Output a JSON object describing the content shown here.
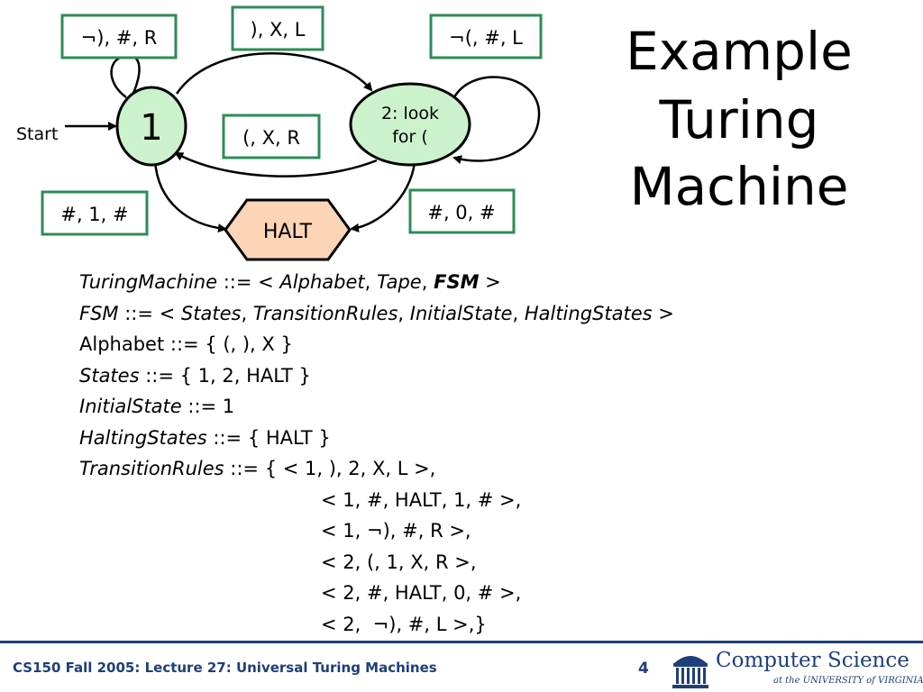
{
  "title": {
    "line1": "Example",
    "line2": "Turing",
    "line3": "Machine"
  },
  "diagram": {
    "start_label": "Start",
    "states": {
      "state1": "1",
      "state2_line1": "2: look",
      "state2_line2": "for (",
      "halt": "HALT"
    },
    "transitions": {
      "not_close_hash_r": "¬), #, R",
      "close_x_l": "), X, L",
      "not_open_hash_l": "¬(, #, L",
      "open_x_r": "(, X, R",
      "hash_1_hash": "#, 1, #",
      "hash_0_hash": "#, 0, #"
    }
  },
  "formal": {
    "l1": {
      "a": "TuringMachine",
      "b": " ::= < ",
      "c": "Alphabet",
      "d": ", ",
      "e": "Tape",
      "f": ", ",
      "g": "FSM",
      "h": " >"
    },
    "l2": {
      "a": "FSM",
      "b": " ::= < ",
      "c": "States",
      "d": ", ",
      "e": "TransitionRules",
      "f": ", ",
      "g": "InitialState",
      "h": ", ",
      "i": "HaltingStates",
      "j": " >"
    },
    "l3": "Alphabet ::= { (, ), X }",
    "l4": {
      "a": "States",
      "b": " ::= { 1, 2, HALT }"
    },
    "l5": {
      "a": "InitialState",
      "b": " ::= 1"
    },
    "l6": {
      "a": "HaltingStates",
      "b": " ::= { HALT }"
    },
    "l7": {
      "a": "TransitionRules",
      "b": " ::= { < 1, ), 2, X, L >,"
    },
    "rules": [
      "< 1, #, HALT, 1, # >,",
      "< 1, ¬), #, R >,",
      "< 2, (, 1, X, R >,",
      "< 2, #, HALT, 0, # >,",
      "< 2,  ¬), #, L >,}"
    ]
  },
  "footer": {
    "course": "CS150 Fall 2005: Lecture 27: Universal Turing Machines",
    "page": "4",
    "logo_main": "Computer Science",
    "logo_sub": "at the UNIVERSITY of VIRGINIA"
  },
  "colors": {
    "label_border": "#2e8b57",
    "state_fill": "#ccf2cc",
    "halt_fill": "#fbd5b5",
    "footer_blue": "#1f3f78"
  }
}
